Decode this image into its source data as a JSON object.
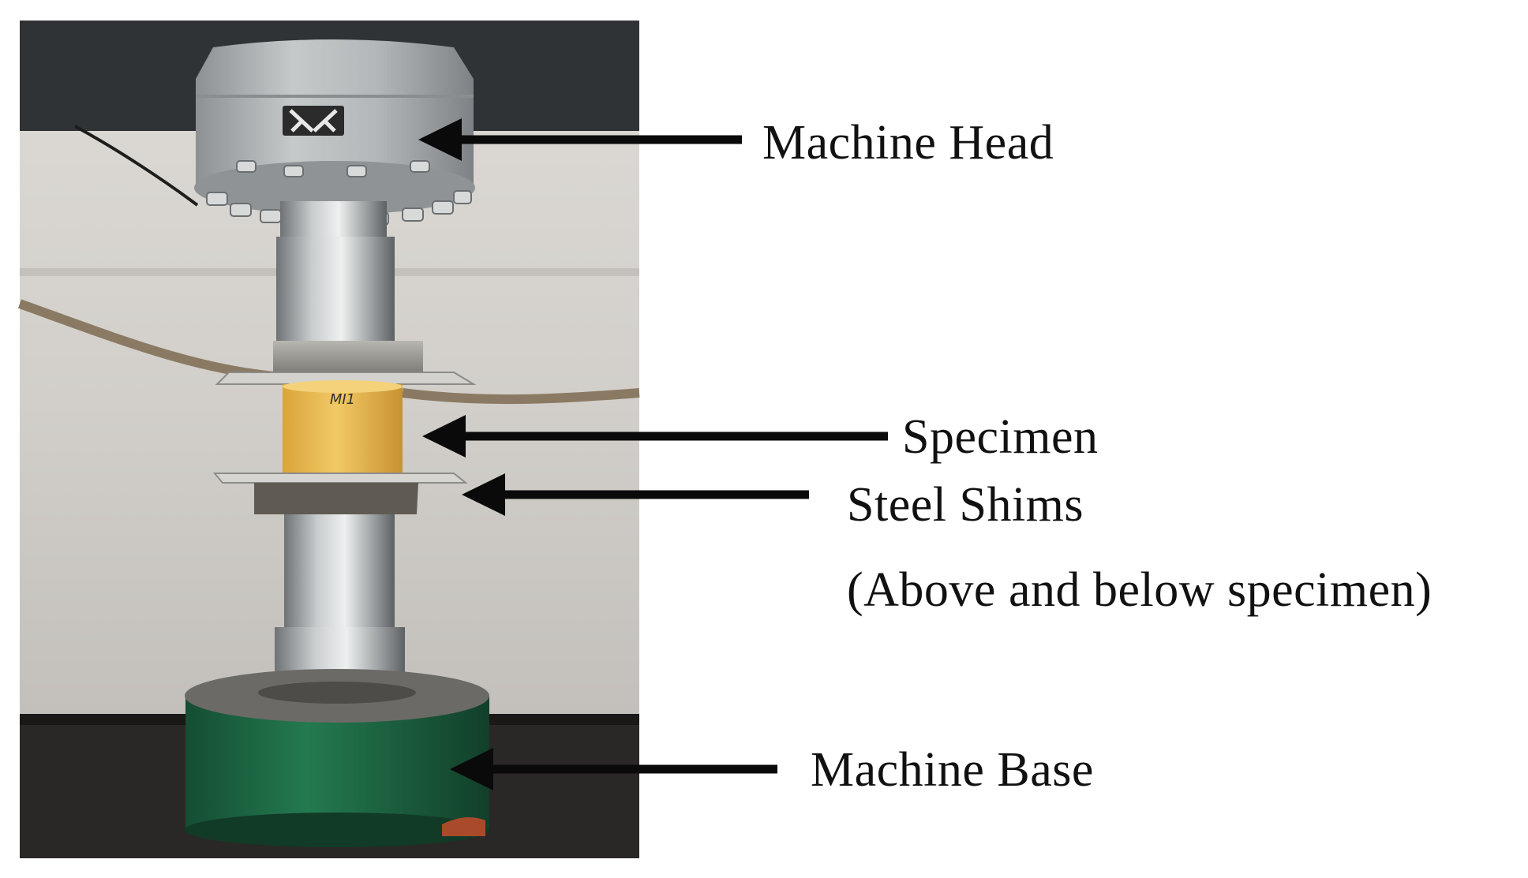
{
  "labels": {
    "machine_head": "Machine Head",
    "specimen": "Specimen",
    "steel_shims": "Steel Shims",
    "steel_shims_note": "(Above and below specimen)",
    "machine_base": "Machine Base"
  },
  "specimen_marking": "MI1",
  "colors": {
    "arrow": "#0a0a0a",
    "specimen": "#e9bd52",
    "machine_base": "#1f6a45",
    "background_wall": "#d9d5cf"
  },
  "icons": {
    "head_logo": "crossed-figures-logo"
  }
}
